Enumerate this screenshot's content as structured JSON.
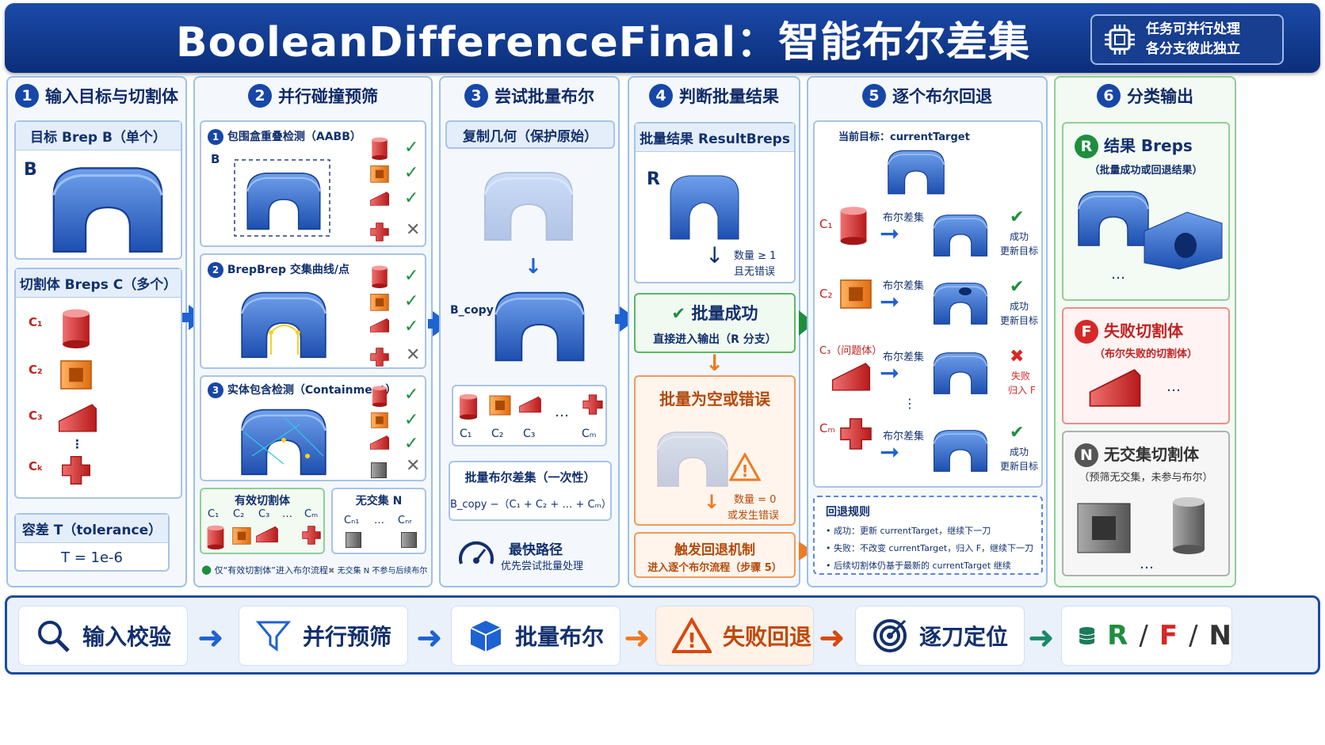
{
  "header": {
    "title": "BooleanDifferenceFinal：智能布尔差集",
    "badge_line1": "任务可并行处理",
    "badge_line2": "各分支彼此独立"
  },
  "step1": {
    "num": "1",
    "title": "输入目标与切割体",
    "target_label": "目标 Brep B（单个）",
    "b_letter": "B",
    "cutters_label": "切割体 Breps C（多个）",
    "c1": "C₁",
    "c2": "C₂",
    "c3": "C₃",
    "ck": "Cₖ",
    "dots": "⋮",
    "tol_label": "容差 T（tolerance）",
    "tol_value": "T = 1e-6"
  },
  "step2": {
    "num": "2",
    "title": "并行碰撞预筛",
    "sub1": "包围盒重叠检测（AABB）",
    "sub1_num": "1",
    "b_letter": "B",
    "sub2": "BrepBrep 交集曲线/点",
    "sub2_num": "2",
    "sub3": "实体包含检测（Containment）",
    "sub3_num": "3",
    "valid_label": "有效切割体",
    "valid_c1": "C₁",
    "valid_c2": "C₂",
    "valid_c3": "C₃",
    "valid_dots": "…",
    "valid_cm": "Cₘ",
    "nonint_label": "无交集 N",
    "nonint_cn1": "Cₙ₁",
    "nonint_dots": "…",
    "nonint_cnr": "Cₙᵣ",
    "note1": "仅“有效切割体”进入布尔流程",
    "note2": "无交集 N 不参与后续布尔"
  },
  "step3": {
    "num": "3",
    "title": "尝试批量布尔",
    "copy_label": "复制几何（保护原始）",
    "bcopy": "B_copy",
    "c1": "C₁",
    "c2": "C₂",
    "c3": "C₃",
    "dots": "…",
    "cm": "Cₘ",
    "batch_label": "批量布尔差集（一次性）",
    "formula": "B_copy −（C₁ + C₂ + … + Cₘ）",
    "fast_title": "最快路径",
    "fast_sub": "优先尝试批量处理"
  },
  "step4": {
    "num": "4",
    "title": "判断批量结果",
    "result_label": "批量结果 ResultBreps",
    "r_letter": "R",
    "count_cond1": "数量 ≥ 1",
    "count_cond2": "且无错误",
    "success_title": "批量成功",
    "success_sub": "直接进入输出（R 分支）",
    "fail_title": "批量为空或错误",
    "fail_cond1": "数量 = 0",
    "fail_cond2": "或发生错误",
    "fallback_title": "触发回退机制",
    "fallback_sub": "进入逐个布尔流程（步骤 5）"
  },
  "step5": {
    "num": "5",
    "title": "逐个布尔回退",
    "current": "当前目标：currentTarget",
    "op": "布尔差集",
    "c1": "C₁",
    "c2": "C₂",
    "c3": "C₃（问题体）",
    "dots": "⋮",
    "cm": "Cₘ",
    "ok1": "成功",
    "ok2": "更新目标",
    "fail1": "失败",
    "fail2": "归入 F",
    "rules_title": "回退规则",
    "rule1": "成功：更新 currentTarget，继续下一刀",
    "rule2": "失败：不改变 currentTarget，归入 F，继续下一刀",
    "rule3": "后续切割体仍基于最新的 currentTarget 继续"
  },
  "step6": {
    "num": "6",
    "title": "分类输出",
    "r_letter": "R",
    "r_title": "结果 Breps",
    "r_sub": "（批量成功或回退结果）",
    "f_letter": "F",
    "f_title": "失败切割体",
    "f_sub": "（布尔失败的切割体）",
    "n_letter": "N",
    "n_title": "无交集切割体",
    "n_sub": "（预筛无交集，未参与布尔）",
    "dots": "…"
  },
  "footer": {
    "items": [
      {
        "label": "输入校验",
        "icon": "search-icon"
      },
      {
        "label": "并行预筛",
        "icon": "filter-icon"
      },
      {
        "label": "批量布尔",
        "icon": "cube-icon"
      },
      {
        "label": "失败回退",
        "icon": "warning-icon"
      },
      {
        "label": "逐刀定位",
        "icon": "target-icon"
      }
    ],
    "out_r": "R",
    "sep1": "/",
    "out_f": "F",
    "sep2": "/",
    "out_n": "N"
  },
  "colors": {
    "blue": "#1f62d1",
    "navy": "#0f2a66",
    "green": "#1e8e3e",
    "orange": "#ee7a24",
    "red": "#d62828"
  }
}
